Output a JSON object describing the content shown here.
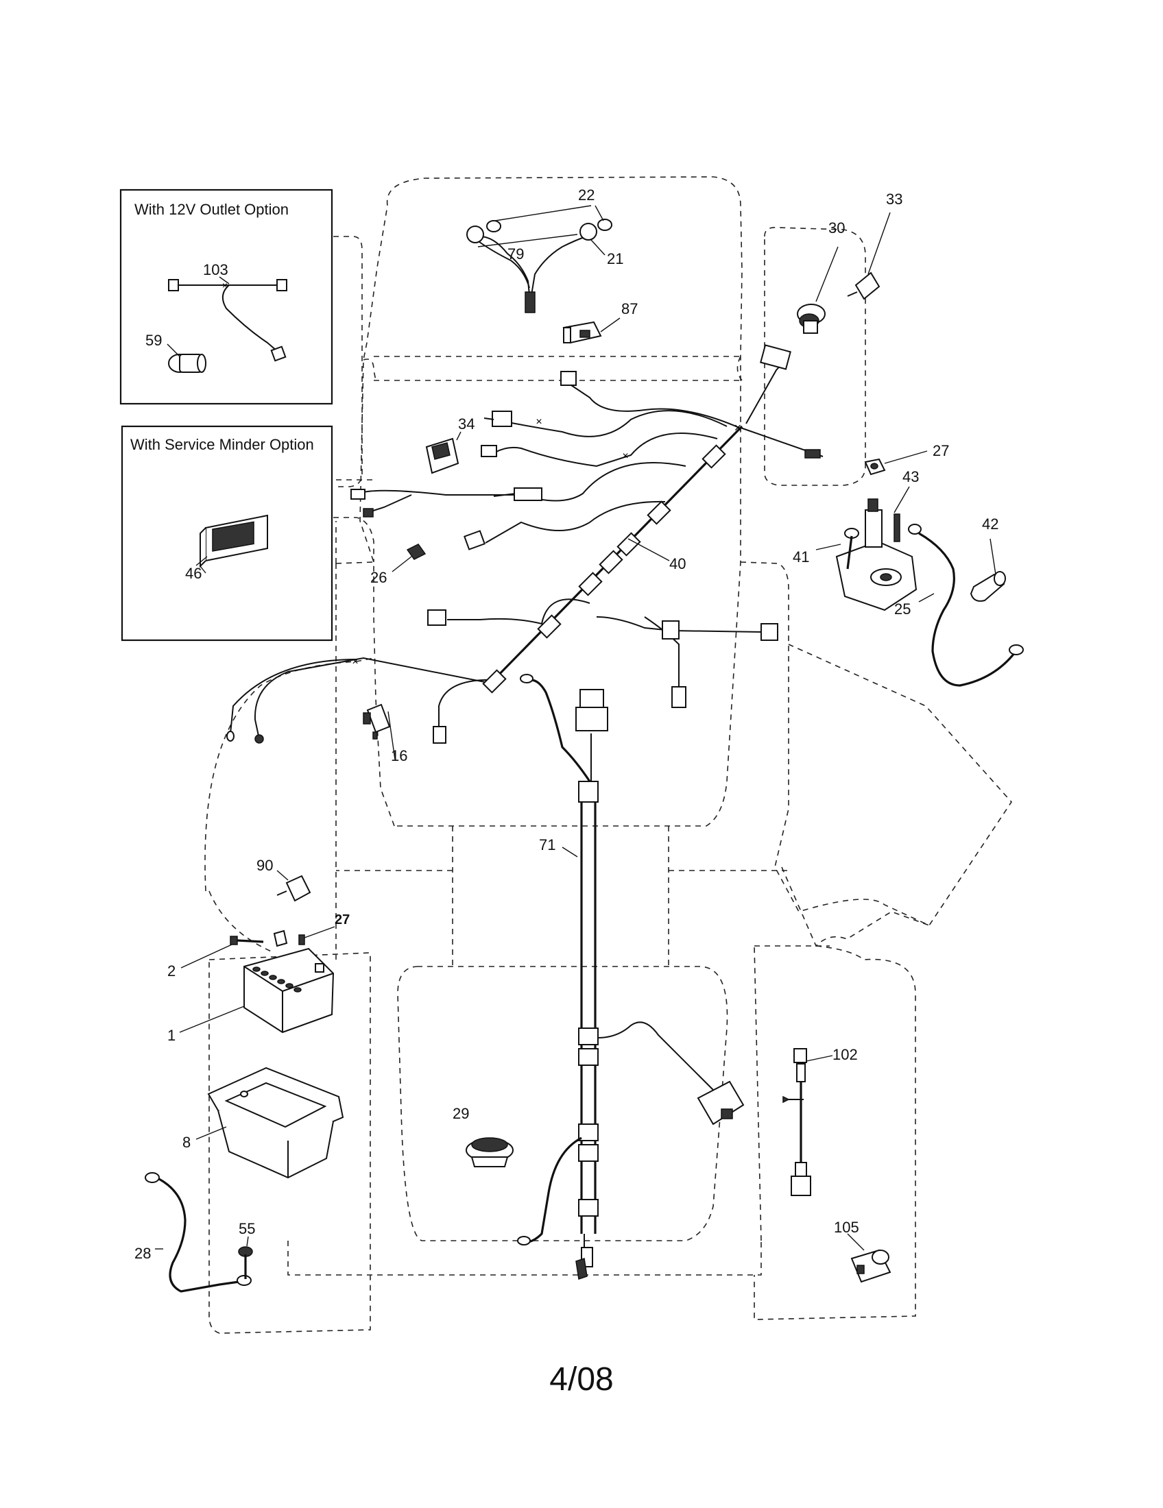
{
  "insets": {
    "outlet_option": {
      "title": "With 12V Outlet Option"
    },
    "service_minder_option": {
      "title": "With Service Minder Option"
    }
  },
  "callouts": {
    "c1": "1",
    "c2": "2",
    "c8": "8",
    "c16": "16",
    "c21": "21",
    "c22": "22",
    "c25": "25",
    "c26": "26",
    "c27a": "27",
    "c27b": "27",
    "c28": "28",
    "c29": "29",
    "c30": "30",
    "c33": "33",
    "c34": "34",
    "c40": "40",
    "c41": "41",
    "c42": "42",
    "c43": "43",
    "c46": "46",
    "c55": "55",
    "c59": "59",
    "c71": "71",
    "c79": "79",
    "c87": "87",
    "c90": "90",
    "c102": "102",
    "c103": "103",
    "c105": "105"
  },
  "footer": {
    "date_code": "4/08"
  }
}
